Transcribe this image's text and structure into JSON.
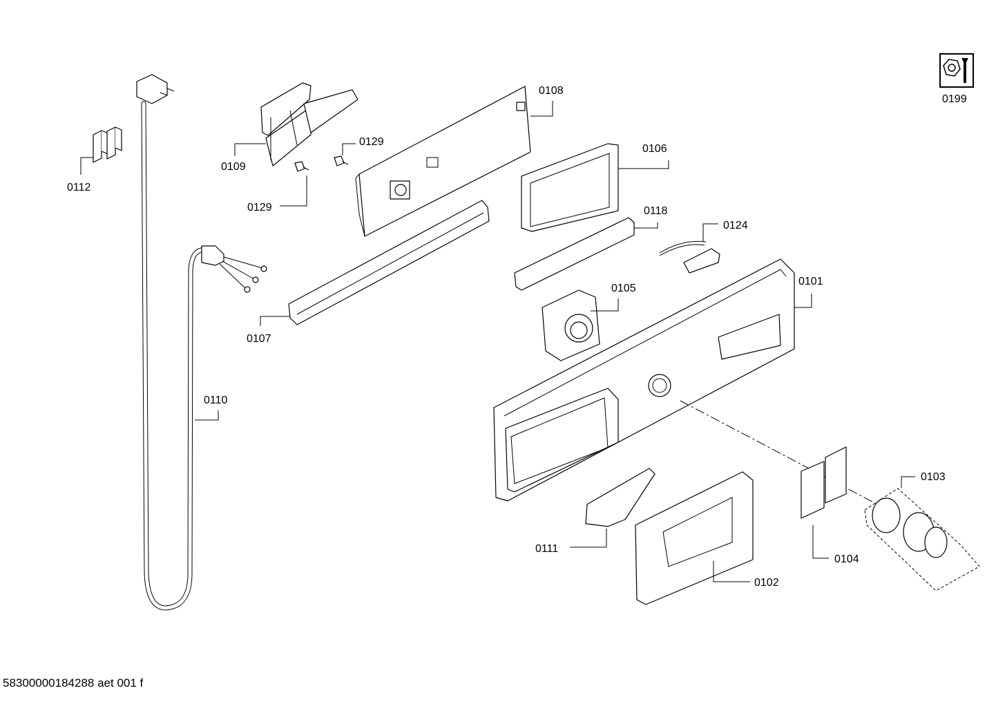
{
  "parts": [
    {
      "id": "p0101",
      "label": "0101"
    },
    {
      "id": "p0102",
      "label": "0102"
    },
    {
      "id": "p0103",
      "label": "0103"
    },
    {
      "id": "p0104",
      "label": "0104"
    },
    {
      "id": "p0105",
      "label": "0105"
    },
    {
      "id": "p0106",
      "label": "0106"
    },
    {
      "id": "p0107",
      "label": "0107"
    },
    {
      "id": "p0108",
      "label": "0108"
    },
    {
      "id": "p0109",
      "label": "0109"
    },
    {
      "id": "p0110",
      "label": "0110"
    },
    {
      "id": "p0111",
      "label": "0111"
    },
    {
      "id": "p0112",
      "label": "0112"
    },
    {
      "id": "p0118",
      "label": "0118"
    },
    {
      "id": "p0124",
      "label": "0124"
    },
    {
      "id": "p0129a",
      "label": "0129"
    },
    {
      "id": "p0129b",
      "label": "0129"
    },
    {
      "id": "p0199",
      "label": "0199"
    }
  ],
  "footer": "58300000184288 aet 001 f",
  "icons": {
    "service": "service-tool-icon"
  }
}
